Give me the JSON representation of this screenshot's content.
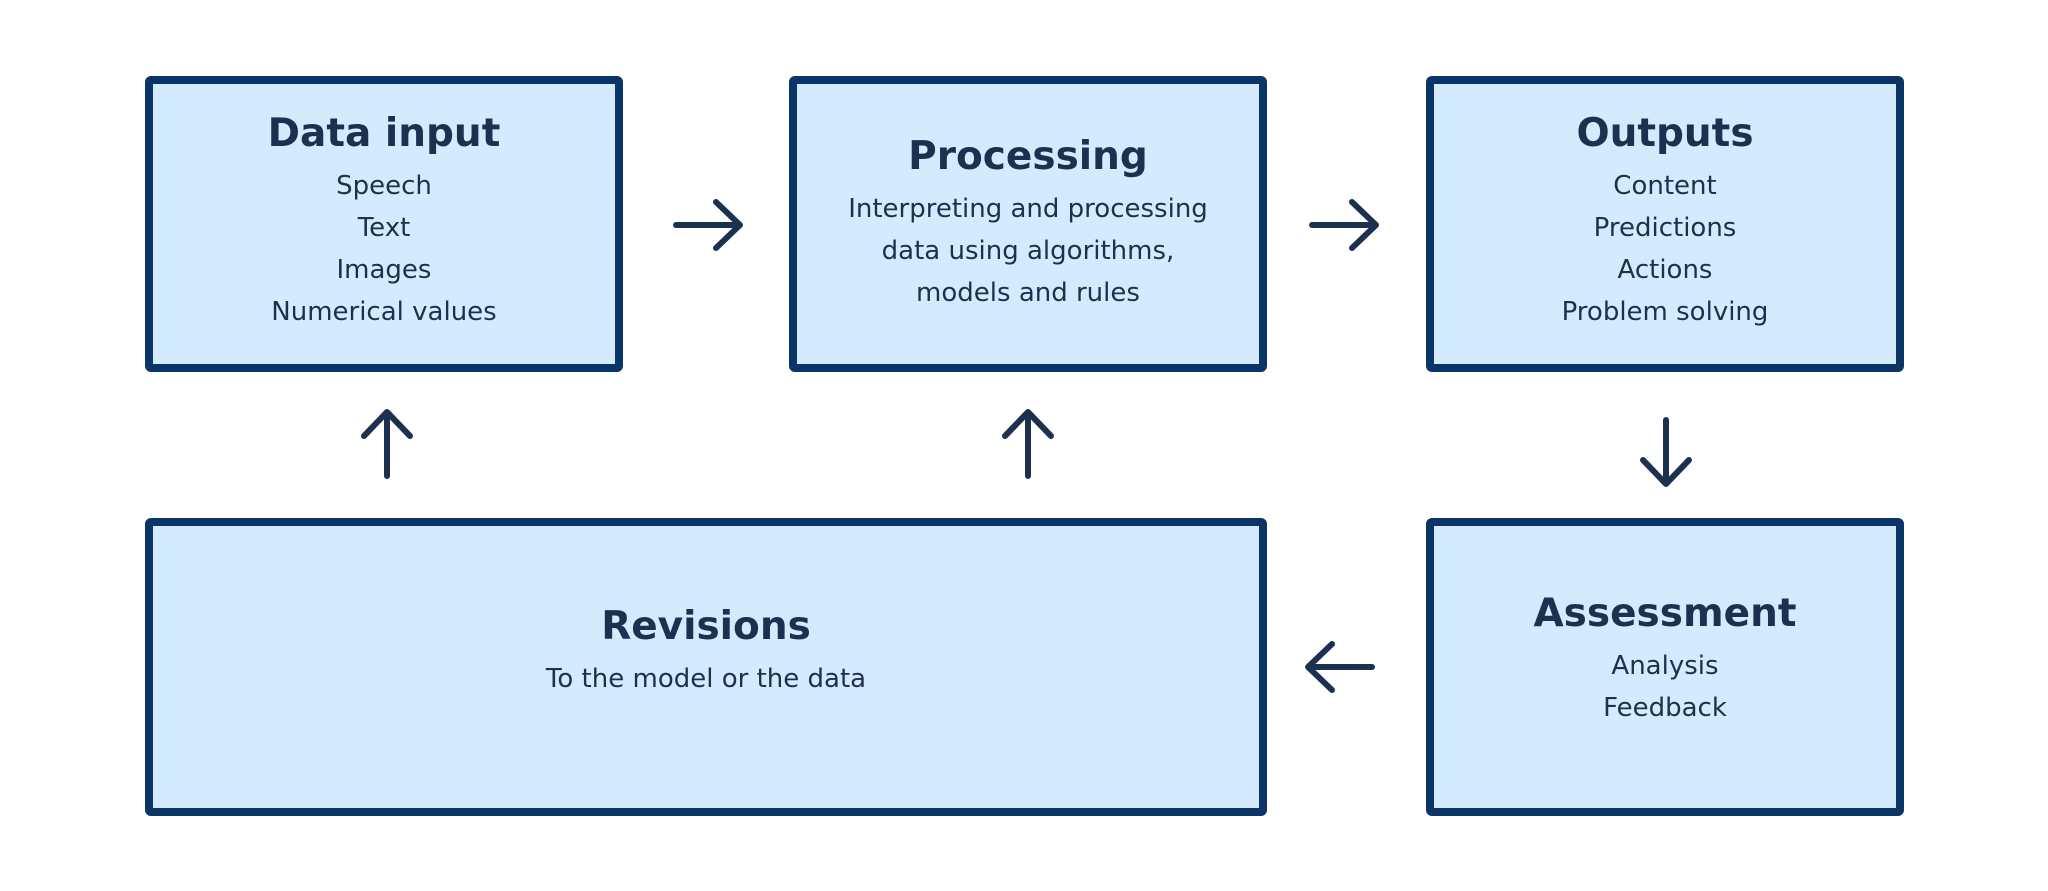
{
  "diagram": {
    "boxes": {
      "data_input": {
        "title": "Data input",
        "lines": [
          "Speech",
          "Text",
          "Images",
          "Numerical values"
        ]
      },
      "processing": {
        "title": "Processing",
        "lines": [
          "Interpreting and processing",
          "data using algorithms,",
          "models and rules"
        ]
      },
      "outputs": {
        "title": "Outputs",
        "lines": [
          "Content",
          "Predictions",
          "Actions",
          "Problem solving"
        ]
      },
      "assessment": {
        "title": "Assessment",
        "lines": [
          "Analysis",
          "Feedback"
        ]
      },
      "revisions": {
        "title": "Revisions",
        "lines": [
          "To the model or the data"
        ]
      }
    },
    "arrows": [
      {
        "from": "data_input",
        "to": "processing",
        "direction": "right"
      },
      {
        "from": "processing",
        "to": "outputs",
        "direction": "right"
      },
      {
        "from": "outputs",
        "to": "assessment",
        "direction": "down"
      },
      {
        "from": "assessment",
        "to": "revisions",
        "direction": "left"
      },
      {
        "from": "revisions",
        "to": "data_input",
        "direction": "up"
      },
      {
        "from": "revisions",
        "to": "processing",
        "direction": "up"
      }
    ],
    "colors": {
      "box_fill": "#d4eafd",
      "box_border": "#0b3566",
      "text": "#1c3150",
      "arrow": "#1c3150"
    }
  }
}
